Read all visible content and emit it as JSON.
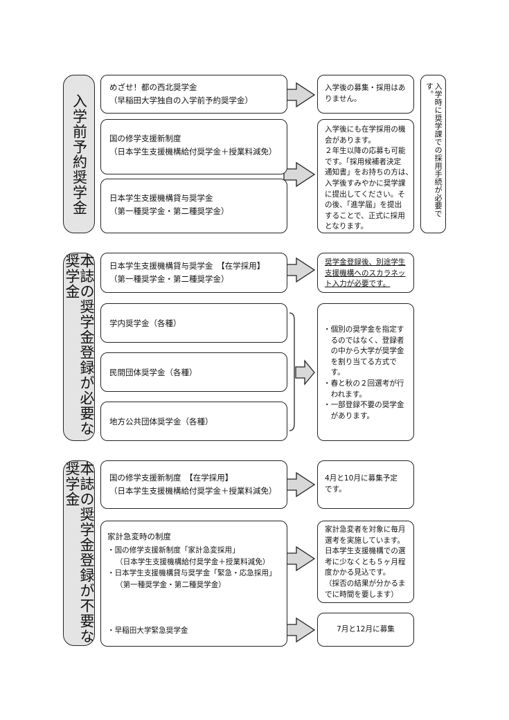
{
  "sections": {
    "pre_enrollment": {
      "label": "入学前予約奨学金",
      "boxes": [
        {
          "lines": [
            "めざせ！都の西北奨学金",
            "（早稲田大学独自の入学前予約奨学金）"
          ]
        },
        {
          "lines": [
            "国の修学支援新制度",
            "（日本学生支援機構給付奨学金＋授業料減免）"
          ]
        },
        {
          "lines": [
            "日本学生支援機構貸与奨学金",
            "（第一種奨学金・第二種奨学金）"
          ]
        }
      ],
      "notes": [
        {
          "lines": [
            "入学後の募集・採用はあ",
            "りません。"
          ]
        },
        {
          "lines": [
            "入学後にも在学採用の機",
            "会があります。",
            "２年生以降の応募も可能",
            "です。「採用候補者決定",
            "通知書」をお持ちの方は、",
            "入学後すみやかに奨学課",
            "に提出してください。そ",
            "の後、「進学届」を提出",
            "することで、正式に採用",
            "となります。"
          ]
        }
      ],
      "side_note": "入学時に奨学課での採用手続が必要です。"
    },
    "registration_required": {
      "label": "本誌の奨学金登録が必要な奨学金",
      "boxes": [
        {
          "lines": [
            "日本学生支援機構貸与奨学金　【在学採用】",
            "（第一種奨学金・第二種奨学金）"
          ]
        },
        {
          "lines": [
            "学内奨学金（各種）"
          ]
        },
        {
          "lines": [
            "民間団体奨学金（各種）"
          ]
        },
        {
          "lines": [
            "地方公共団体奨学金（各種）"
          ]
        }
      ],
      "notes": [
        {
          "lines": [
            "奨学金登録後、別途学生",
            "支援機構へのスカラネッ",
            "ト入力が必要です。"
          ]
        },
        {
          "lines": [
            "・個別の奨学金を指定す",
            "　るのではなく、登録者",
            "　の中から大学が奨学金",
            "　を割り当てる方式で",
            "　す。",
            "・春と秋の２回選考が行",
            "　われます。",
            "・一部登録不要の奨学金",
            "　があります。"
          ]
        }
      ]
    },
    "registration_not_required": {
      "label": "本誌の奨学金登録が不要な奨学金",
      "boxes": [
        {
          "lines": [
            "国の修学支援新制度　【在学採用】",
            "（日本学生支援機構給付奨学金＋授業料減免）"
          ]
        },
        {
          "lines": [
            "家計急変時の制度",
            "・国の修学支援新制度「家計急変採用」",
            "（日本学生支援機構給付奨学金＋授業料減免）",
            "・日本学生支援機構貸与奨学金「緊急・応急採用」",
            "（第一種奨学金・第二種奨学金）",
            "・早稲田大学緊急奨学金"
          ]
        }
      ],
      "notes": [
        {
          "lines": [
            "4月と10月に募集予定",
            "です。"
          ]
        },
        {
          "lines": [
            "家計急変者を対象に毎月",
            "選考を実施しています。",
            "日本学生支援機構での選",
            "考に少なくとも５ヶ月程",
            "度かかる見込です。",
            "（採否の結果が分かるま",
            "でに時間を要します）"
          ]
        },
        {
          "lines": [
            "7月と12月に募集"
          ]
        }
      ]
    }
  }
}
